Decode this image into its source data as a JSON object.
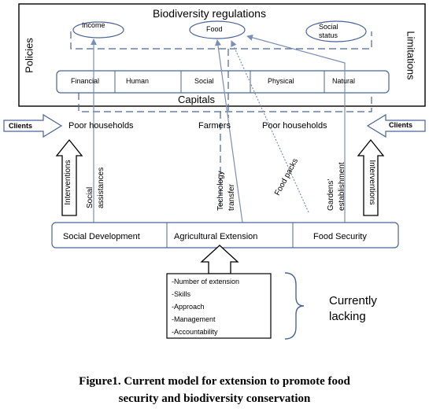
{
  "diagram": {
    "title": "Biodiversity regulations",
    "policies": "Policies",
    "limitations": "Limitations",
    "outcomes": [
      "Income",
      "Food",
      "Social status"
    ],
    "capitals": [
      "Financial",
      "Human",
      "Social",
      "Physical",
      "Natural"
    ],
    "capitals_label": "Capitals",
    "clients_left": "Clients",
    "clients_right": "Clients",
    "row_labels": [
      "Poor households",
      "Farmers",
      "Poor households"
    ],
    "interventions_left": "Interventions",
    "interventions_right": "Interventions",
    "social_assistances": "Social assistances",
    "technology_transfer": "Technology transfer",
    "food_packs": "Food packs",
    "gardens": "Gardens' establishment",
    "sectors": [
      "Social Development",
      "Agricultural Extension",
      "Food Security"
    ],
    "lacking_items": [
      "-Number of extension",
      "-Skills",
      "-Approach",
      "-Management",
      "-Accountability"
    ],
    "currently_lacking": "Currently lacking"
  },
  "caption": {
    "line1": "Figure1.  Current model for extension to promote food",
    "line2": "security and biodiversity conservation"
  }
}
